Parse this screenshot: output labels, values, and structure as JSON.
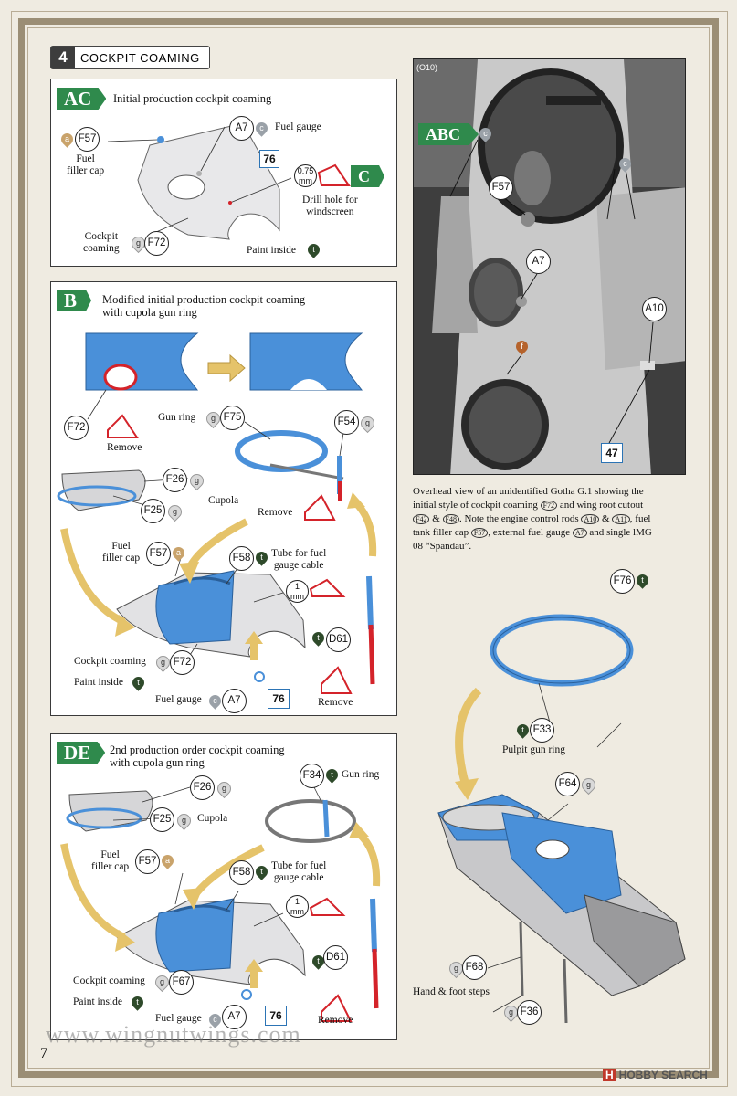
{
  "section": {
    "number": "4",
    "title": "COCKPIT COAMING"
  },
  "panelAC": {
    "tag": "AC",
    "title": "Initial production cockpit coaming",
    "labels": {
      "fuel_filler": "Fuel\nfiller cap",
      "fuel_gauge": "Fuel gauge",
      "drill": "Drill hole for\nwindscreen",
      "coaming": "Cockpit\ncoaming",
      "paint": "Paint inside"
    },
    "parts": {
      "f57": "F57",
      "a7": "A7",
      "f72": "F72",
      "box76": "76",
      "mm": "0.75\nmm"
    },
    "paints": {
      "a": "a",
      "c": "c",
      "g": "g",
      "t": "t"
    },
    "c_tag": "C"
  },
  "panelB": {
    "tag": "B",
    "title": "Modified initial production cockpit coaming\nwith cupola gun ring",
    "labels": {
      "remove1": "Remove",
      "gun_ring": "Gun ring",
      "remove2": "Remove",
      "cupola": "Cupola",
      "fuel_filler": "Fuel\nfiller cap",
      "tube": "Tube for fuel\ngauge cable",
      "coaming": "Cockpit coaming",
      "paint": "Paint inside",
      "fuel_gauge": "Fuel gauge",
      "remove3": "Remove"
    },
    "parts": {
      "f72a": "F72",
      "f75": "F75",
      "f54": "F54",
      "f26": "F26",
      "f25": "F25",
      "f57": "F57",
      "f58": "F58",
      "mm": "1\nmm",
      "d61": "D61",
      "f72b": "F72",
      "a7": "A7",
      "box76": "76"
    },
    "paints": {
      "g": "g",
      "a": "a",
      "t": "t",
      "c": "c"
    }
  },
  "panelDE": {
    "tag": "DE",
    "title": "2nd production order cockpit coaming\nwith cupola gun ring",
    "labels": {
      "cupola": "Cupola",
      "gun_ring": "Gun ring",
      "fuel_filler": "Fuel\nfiller cap",
      "tube": "Tube for fuel\ngauge cable",
      "coaming": "Cockpit coaming",
      "paint": "Paint inside",
      "fuel_gauge": "Fuel gauge",
      "remove": "Remove"
    },
    "parts": {
      "f26": "F26",
      "f25": "F25",
      "f34": "F34",
      "f57": "F57",
      "f58": "F58",
      "mm": "1\nmm",
      "d61": "D61",
      "f67": "F67",
      "a7": "A7",
      "box76": "76"
    },
    "paints": {
      "g": "g",
      "a": "a",
      "t": "t",
      "c": "c"
    }
  },
  "photo": {
    "ref": "(O10)",
    "tag": "ABC",
    "parts": {
      "c1": "c",
      "c2": "c",
      "f57": "F57",
      "a7": "A7",
      "f": "f",
      "a10": "A10",
      "box47": "47"
    }
  },
  "caption": {
    "p1": "Overhead view of an unidentified Gotha G.1 showing the",
    "p2a": "initial style of cockpit coaming ",
    "r_f72": "F72",
    "p2b": " and wing root cutout",
    "r_f42": "F42",
    "p3a": " & ",
    "r_f48": "F48",
    "p3b": ". Note the engine control rods ",
    "r_a10": "A10",
    "p3c": " & ",
    "r_a11": "A11",
    "p3d": ", fuel",
    "p4a": "tank filler cap ",
    "r_f57": "F57",
    "p4b": ", external fuel gauge ",
    "r_a7": "A7",
    "p4c": " and single lMG",
    "p5": "08 “Spandau”."
  },
  "assembly": {
    "labels": {
      "pulpit": "Pulpit gun ring",
      "steps": "Hand & foot steps"
    },
    "parts": {
      "f76": "F76",
      "f33": "F33",
      "f64": "F64",
      "f68": "F68",
      "f36": "F36"
    },
    "paints": {
      "t": "t",
      "g": "g"
    }
  },
  "footer": {
    "page_number": "7",
    "watermark": "www.wingnutwings.com",
    "hobby_brand": "H",
    "hobby_text": "HOBBY SEARCH"
  },
  "colors": {
    "tag_green": "#2f8a4c",
    "blue_part": "#4a90d9",
    "yellow_arrow": "#e5c36a",
    "paint_a": "#c9a36b",
    "paint_c": "#9aa1a8",
    "paint_g": "#d9d9d9",
    "paint_t": "#2e4a2a",
    "paint_f": "#b5622b",
    "red": "#d4232a"
  }
}
